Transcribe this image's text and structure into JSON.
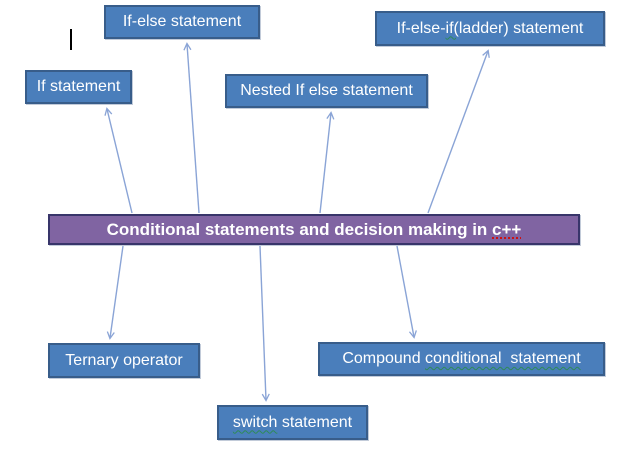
{
  "colors": {
    "node_fill": "#4a7ebb",
    "node_border": "#385d8a",
    "center_fill": "#8064a2",
    "center_border": "#38356a",
    "arrow": "#8aa4d6",
    "text": "#ffffff",
    "spell_green": "#2e8b57",
    "spell_red": "#cc1111",
    "caret": "#000000"
  },
  "diagram": {
    "center": {
      "id": "center",
      "parts": [
        {
          "text": "Conditional statements and decision making in ",
          "underline": "none"
        },
        {
          "text": "c++",
          "underline": "red-dotted"
        }
      ]
    },
    "nodes": [
      {
        "id": "if-statement",
        "parts": [
          {
            "text": "If statement",
            "underline": "none"
          }
        ]
      },
      {
        "id": "if-else-statement",
        "parts": [
          {
            "text": "If-else statement",
            "underline": "none"
          }
        ]
      },
      {
        "id": "nested-if-else-statement",
        "parts": [
          {
            "text": "Nested If else statement",
            "underline": "none"
          }
        ]
      },
      {
        "id": "if-else-if-ladder-statement",
        "parts": [
          {
            "text": "If-else-",
            "underline": "none"
          },
          {
            "text": "if(",
            "underline": "green-wavy"
          },
          {
            "text": "ladder) statement",
            "underline": "none"
          }
        ]
      },
      {
        "id": "ternary-operator",
        "parts": [
          {
            "text": "Ternary operator",
            "underline": "none"
          }
        ]
      },
      {
        "id": "switch-statement",
        "parts": [
          {
            "text": "switch",
            "underline": "green-wavy"
          },
          {
            "text": " statement",
            "underline": "none"
          }
        ]
      },
      {
        "id": "compound-conditional-statement",
        "parts": [
          {
            "text": "Compound ",
            "underline": "none"
          },
          {
            "text": "conditional  statement",
            "underline": "green-wavy"
          }
        ]
      }
    ],
    "edges": [
      {
        "from": "center",
        "to": "if-statement"
      },
      {
        "from": "center",
        "to": "if-else-statement"
      },
      {
        "from": "center",
        "to": "nested-if-else-statement"
      },
      {
        "from": "center",
        "to": "if-else-if-ladder-statement"
      },
      {
        "from": "center",
        "to": "ternary-operator"
      },
      {
        "from": "center",
        "to": "switch-statement"
      },
      {
        "from": "center",
        "to": "compound-conditional-statement"
      }
    ]
  }
}
